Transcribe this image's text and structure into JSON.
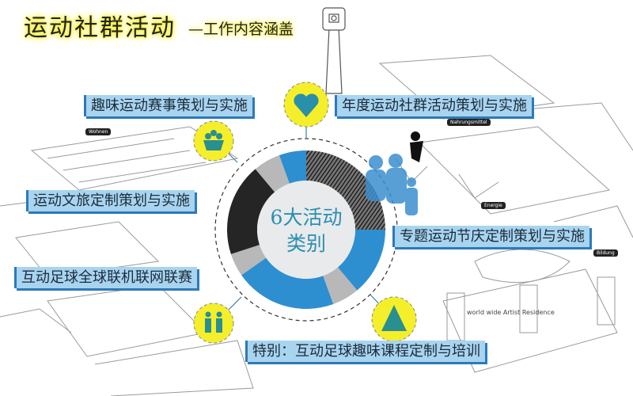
{
  "header": {
    "title": "运动社群活动",
    "subtitle": "—工作内容涵盖"
  },
  "center": {
    "line1": "6大活动",
    "line2": "类别"
  },
  "activities": [
    {
      "label": "趣味运动赛事策划与实施",
      "icon": "basket-icon"
    },
    {
      "label": "年度运动社群活动策划与实施",
      "icon": "heart-icon"
    },
    {
      "label": "运动文旅定制策划与实施",
      "icon": "basket-icon"
    },
    {
      "label": "专题运动节庆定制策划与实施",
      "icon": "tent-icon"
    },
    {
      "label": "互动足球全球联机联网联赛",
      "icon": "people-icon"
    },
    {
      "label": "特别：互动足球趣味课程定制与培训",
      "icon": "tent-icon"
    }
  ],
  "map_labels": [
    "Wohnen",
    "Nahrungsmittel",
    "Energie",
    "Bildung",
    "world wide Artist Residence"
  ],
  "colors": {
    "accent_blue": "#2d8fd0",
    "label_bg": "#a8d4f0",
    "highlight_yellow": "#f4ef2a",
    "donut_gray": "#b8b8b8",
    "donut_dark": "#252525"
  }
}
